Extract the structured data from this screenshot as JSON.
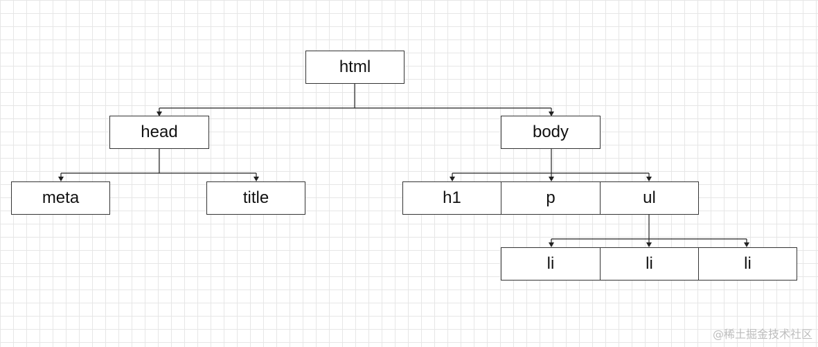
{
  "diagram": {
    "nodes": {
      "html": "html",
      "head": "head",
      "body": "body",
      "meta": "meta",
      "title": "title",
      "h1": "h1",
      "p": "p",
      "ul": "ul",
      "li_1": "li",
      "li_2": "li",
      "li_3": "li"
    },
    "edges": [
      [
        "html",
        "head"
      ],
      [
        "html",
        "body"
      ],
      [
        "head",
        "meta"
      ],
      [
        "head",
        "title"
      ],
      [
        "body",
        "h1"
      ],
      [
        "body",
        "p"
      ],
      [
        "body",
        "ul"
      ],
      [
        "ul",
        "li_1"
      ],
      [
        "ul",
        "li_2"
      ],
      [
        "ul",
        "li_3"
      ]
    ]
  },
  "watermark": "@稀土掘金技术社区"
}
